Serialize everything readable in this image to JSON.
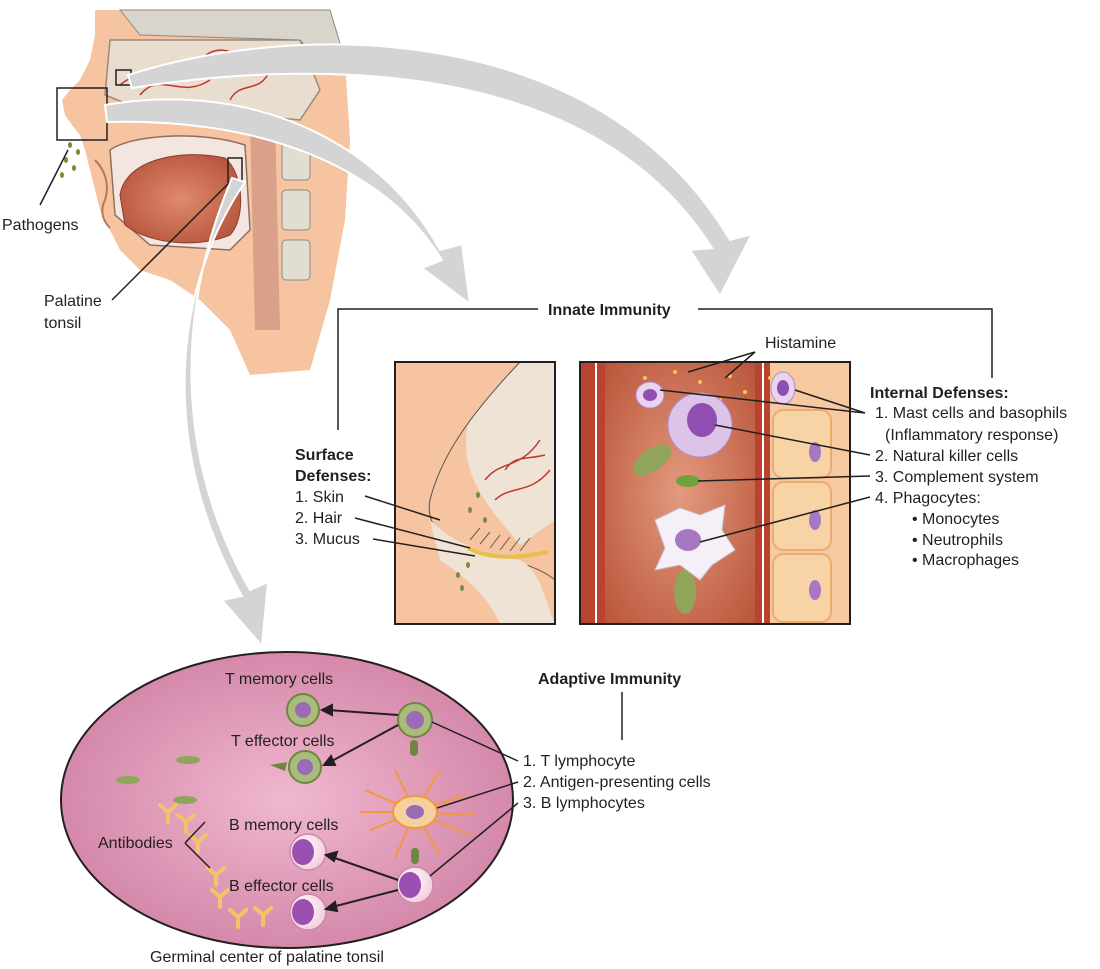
{
  "labels": {
    "pathogens": "Pathogens",
    "palatine_tonsil_line1": "Palatine",
    "palatine_tonsil_line2": "tonsil",
    "innate_immunity": "Innate Immunity",
    "histamine": "Histamine",
    "surface_defenses_line1": "Surface",
    "surface_defenses_line2": "Defenses:",
    "surface_items": [
      "1. Skin",
      "2. Hair",
      "3. Mucus"
    ],
    "internal_defenses": "Internal Defenses:",
    "internal_items": [
      "1. Mast cells and basophils",
      "(Inflammatory response)",
      "2. Natural killer cells",
      "3. Complement system",
      "4. Phagocytes:",
      "• Monocytes",
      "• Neutrophils",
      "• Macrophages"
    ],
    "adaptive_immunity": "Adaptive Immunity",
    "adaptive_items": [
      "1. T lymphocyte",
      "2. Antigen-presenting cells",
      "3. B lymphocytes"
    ],
    "t_memory_cells": "T memory cells",
    "t_effector_cells": "T effector cells",
    "b_memory_cells": "B memory cells",
    "b_effector_cells": "B effector cells",
    "antibodies": "Antibodies",
    "germinal_center": "Germinal center of palatine tonsil"
  },
  "colors": {
    "skin": "#f6c4a0",
    "tissue_red": "#c8553d",
    "arrow_gray": "#d0d0d0",
    "germinal_fill": "#d88fae",
    "cell_purple": "#9b59b6",
    "cell_green": "#8fa65a",
    "blood_vessel": "#b8432e"
  }
}
